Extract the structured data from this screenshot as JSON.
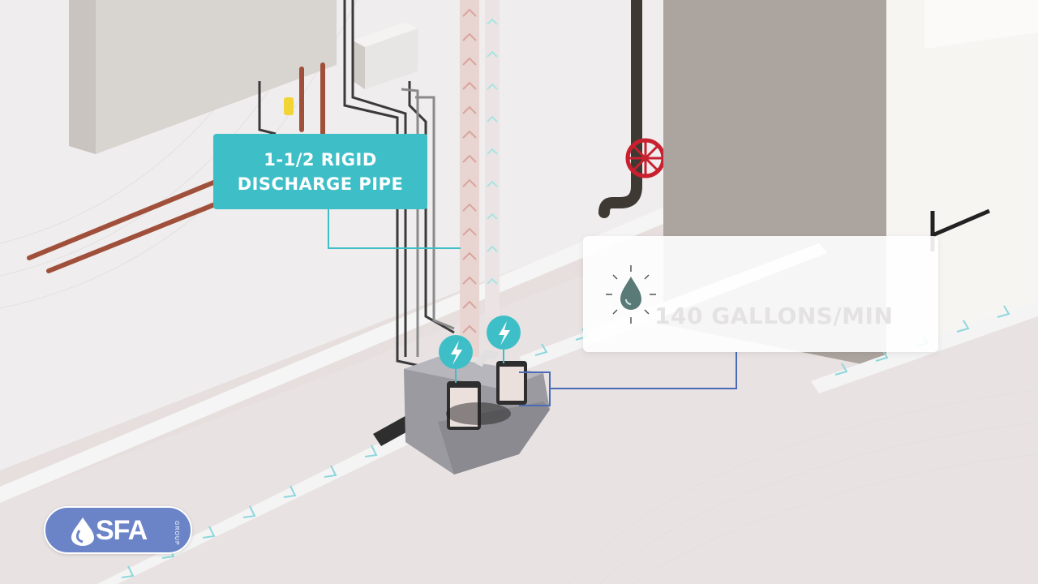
{
  "callout": {
    "line1": "1-1/2 RIGID",
    "line2": "DISCHARGE PIPE"
  },
  "info_card": {
    "icon": "water-drop-icon",
    "flow_rate": "140 GALLONS/MIN"
  },
  "power_icons": [
    "lightning-bolt-icon",
    "lightning-bolt-icon"
  ],
  "logo": {
    "text": "SFA",
    "sub": "GROUP"
  },
  "colors": {
    "accent": "#3ebfc7",
    "pipe_copper": "#a0503a",
    "valve_red": "#c8202e",
    "leader_blue": "#4a6bb5",
    "logo_blue": "#6b84c8"
  }
}
